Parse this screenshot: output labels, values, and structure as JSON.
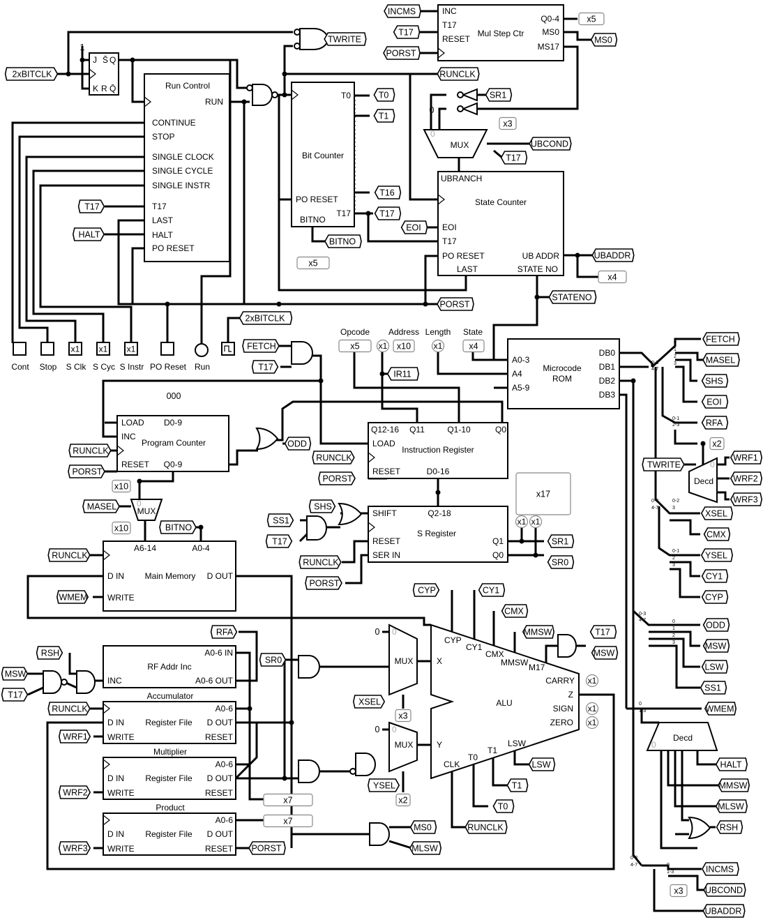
{
  "blocks": [
    {
      "name": "jk-flip-flop",
      "title": [],
      "pins": [
        "J",
        "S̄",
        "Q",
        "K",
        "R",
        "Q̄"
      ]
    },
    {
      "name": "run-control",
      "title": [
        "Run Control"
      ],
      "pins": [
        "RUN",
        "CONTINUE",
        "STOP",
        "SINGLE CLOCK",
        "SINGLE CYCLE",
        "SINGLE INSTR",
        "T17",
        "LAST",
        "HALT",
        "PO RESET"
      ]
    },
    {
      "name": "bit-counter",
      "title": [
        "Bit Counter"
      ],
      "pins": [
        "T0",
        "PO RESET",
        "T17",
        "BITNO"
      ]
    },
    {
      "name": "mul-step-ctr",
      "title": [
        "Mul Step Ctr"
      ],
      "pins": [
        "INC",
        "T17",
        "RESET",
        "Q0-4",
        "MS0",
        "MS17"
      ]
    },
    {
      "name": "state-counter",
      "title": [
        "State Counter"
      ],
      "pins": [
        "UBRANCH",
        "EOI",
        "T17",
        "PO RESET",
        "LAST",
        "UB ADDR",
        "STATE NO"
      ]
    },
    {
      "name": "microcode-rom",
      "title": [
        "Microcode",
        "ROM"
      ],
      "pins": [
        "A0-3",
        "A4",
        "A5-9",
        "DB0",
        "DB1",
        "DB2",
        "DB3"
      ]
    },
    {
      "name": "program-counter",
      "title": [
        "Program Counter"
      ],
      "pins": [
        "LOAD",
        "INC",
        "RESET",
        "D0-9",
        "Q0-9"
      ]
    },
    {
      "name": "instruction-register",
      "title": [
        "Instruction Register"
      ],
      "pins": [
        "Q12-16",
        "Q11",
        "Q1-10",
        "Q0",
        "LOAD",
        "RESET",
        "D0-16"
      ]
    },
    {
      "name": "s-register",
      "title": [
        "S Register"
      ],
      "pins": [
        "SHIFT",
        "Q2-18",
        "RESET",
        "SER IN",
        "Q1",
        "Q0"
      ]
    },
    {
      "name": "main-memory",
      "title": [
        "Main Memory"
      ],
      "pins": [
        "A6-14",
        "A0-4",
        "D IN",
        "WRITE",
        "D OUT"
      ]
    },
    {
      "name": "rf-addr-inc",
      "title": [
        "RF Addr Inc"
      ],
      "pins": [
        "INC",
        "A0-6 IN",
        "A0-6 OUT"
      ]
    },
    {
      "name": "register-file-accumulator",
      "caption": "Accumulator",
      "title": [
        "Register File"
      ],
      "pins": [
        "A0-6",
        "D IN",
        "D OUT",
        "WRITE",
        "RESET"
      ]
    },
    {
      "name": "register-file-multiplier",
      "caption": "Multiplier",
      "title": [
        "Register File"
      ],
      "pins": [
        "A0-6",
        "D IN",
        "D OUT",
        "WRITE",
        "RESET"
      ]
    },
    {
      "name": "register-file-product",
      "caption": "Product",
      "title": [
        "Register File"
      ],
      "pins": [
        "A0-6",
        "D IN",
        "D OUT",
        "WRITE",
        "RESET"
      ]
    },
    {
      "name": "alu",
      "title": [
        "ALU"
      ],
      "pins": [
        "CYP",
        "CY1",
        "CMX",
        "MMSW",
        "M17",
        "X",
        "Y",
        "CARRY",
        "Z",
        "SIGN",
        "ZERO",
        "LSW",
        "T1",
        "T0",
        "CLK"
      ]
    },
    {
      "name": "mux-ubranch",
      "title": [
        "MUX"
      ],
      "pins": [
        "0"
      ]
    },
    {
      "name": "mux-pc",
      "title": [
        "MUX"
      ],
      "pins": [
        "0"
      ]
    },
    {
      "name": "mux-x",
      "title": [
        "MUX"
      ],
      "pins": [
        "0"
      ]
    },
    {
      "name": "mux-y",
      "title": [
        "MUX"
      ],
      "pins": [
        "0"
      ]
    },
    {
      "name": "decoder-wrf",
      "title": [
        "Decd"
      ],
      "pins": [
        "0"
      ]
    },
    {
      "name": "decoder-misc",
      "title": [
        "Decd"
      ],
      "pins": [
        "0"
      ]
    }
  ],
  "tunnels": [
    "INCMS",
    "T17",
    "PORST",
    "MS0",
    "TWRITE",
    "RUNCLK",
    "T0",
    "T1",
    "SR1",
    "UBCOND",
    "T17",
    "T16",
    "T17",
    "EOI",
    "BITNO",
    "UBADDR",
    "PORST",
    "STATENO",
    "2xBITCLK",
    "2xBITCLK",
    "T17",
    "HALT",
    "FETCH",
    "T17",
    "IR11",
    "FETCH",
    "MASEL",
    "SHS",
    "EOI",
    "RFA",
    "TWRITE",
    "WRF1",
    "WRF2",
    "WRF3",
    "XSEL",
    "CMX",
    "YSEL",
    "CY1",
    "CYP",
    "ODD",
    "MSW",
    "LSW",
    "SS1",
    "WMEM",
    "HALT",
    "MMSW",
    "MLSW",
    "RSH",
    "INCMS",
    "UBCOND",
    "UBADDR",
    "RUNCLK",
    "PORST",
    "ODD",
    "MASEL",
    "BITNO",
    "RUNCLK",
    "PORST",
    "SHS",
    "SS1",
    "T17",
    "SR1",
    "SR0",
    "RUNCLK",
    "PORST",
    "RUNCLK",
    "WMEM",
    "CYP",
    "CY1",
    "CMX",
    "MMSW",
    "T17",
    "MSW",
    "RFA",
    "SR0",
    "XSEL",
    "YSEL",
    "LSW",
    "T1",
    "T0",
    "MS0",
    "MLSW",
    "RUNCLK",
    "RSH",
    "MSW",
    "T17",
    "RUNCLK",
    "WRF1",
    "WRF2",
    "WRF3",
    "PORST"
  ],
  "bit_widths": [
    "x5",
    "x3",
    "x5",
    "x4",
    "x5",
    "x10",
    "x4",
    "x2",
    "x3",
    "x10",
    "x10",
    "x17",
    "x3",
    "x2",
    "x7",
    "x7"
  ],
  "pin_widths": [
    "x1",
    "x1",
    "x1",
    "x1",
    "x1",
    "x1",
    "x1",
    "x1",
    "x1"
  ],
  "buttons": [
    {
      "label": "Cont",
      "icon": "push-button"
    },
    {
      "label": "Stop",
      "icon": "push-button"
    },
    {
      "label": "S Clk",
      "icon": "x1-input-pin",
      "value": "x1"
    },
    {
      "label": "S Cyc",
      "icon": "x1-input-pin",
      "value": "x1"
    },
    {
      "label": "S Instr",
      "icon": "x1-input-pin",
      "value": "x1"
    },
    {
      "label": "PO Reset",
      "icon": "push-button"
    },
    {
      "label": "Run",
      "icon": "led"
    },
    {
      "label": "",
      "icon": "clock"
    }
  ],
  "headers": [
    "Opcode",
    "Address",
    "Length",
    "State"
  ],
  "constants": [
    "1",
    "000",
    "0",
    "0",
    "0"
  ],
  "splitter_labels": [
    "0",
    "1",
    "2",
    "3",
    "0-3",
    "4-7",
    "0-1",
    "2-3",
    "0-3",
    "4-7",
    "0-2",
    "3",
    "0-1",
    "2",
    "3",
    "0-3",
    "4-7",
    "0",
    "1",
    "2",
    "3",
    "0",
    "1-3",
    "0-3",
    "4-7",
    "0",
    "1-3"
  ]
}
